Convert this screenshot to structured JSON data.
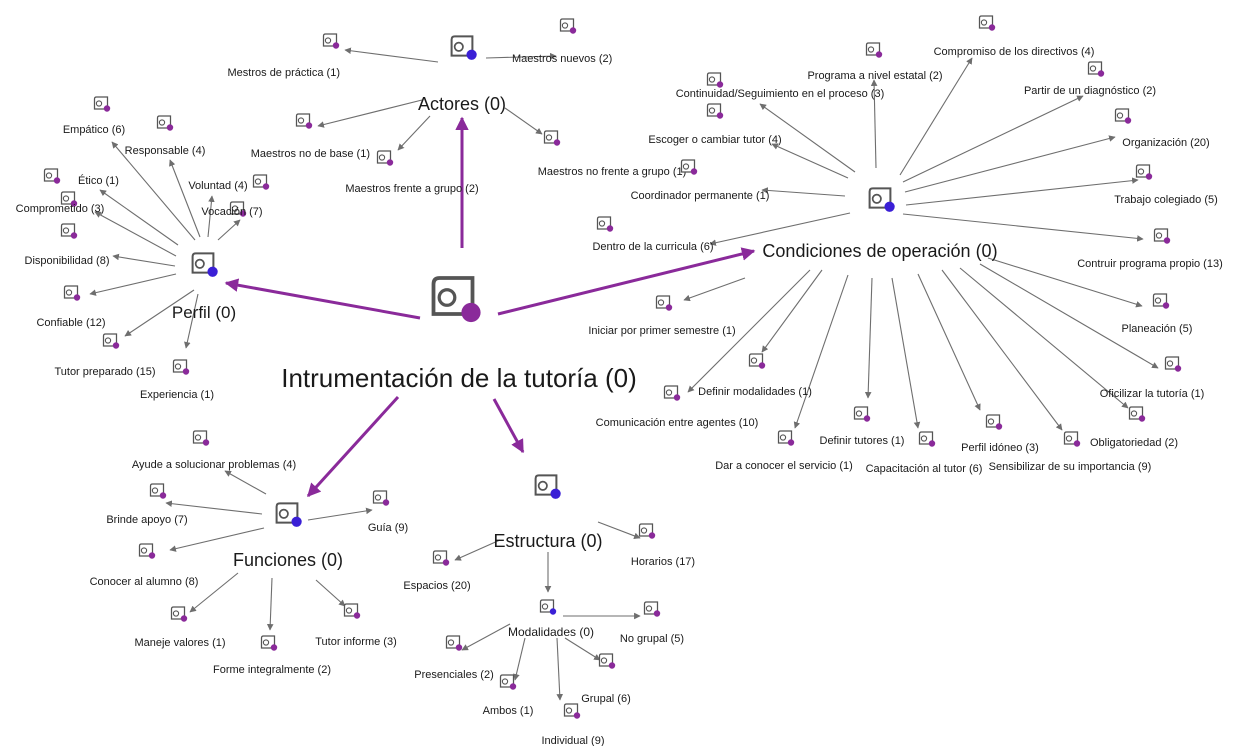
{
  "colors": {
    "arrow_main": "#8a2a9a",
    "arrow_sub": "#6e6e6e",
    "icon_outline": "#555555",
    "dot_code": "#8a2a9a",
    "dot_family": "#3a1fd6"
  },
  "icons": {
    "family": "code-group-icon",
    "code": "code-icon"
  },
  "root": {
    "label": "Intrumentación de la tutoría (0)"
  },
  "families": {
    "actores": {
      "label": "Actores  (0)"
    },
    "condiciones": {
      "label": "Condiciones de operación  (0)"
    },
    "perfil": {
      "label": "Perfil  (0)"
    },
    "funciones": {
      "label": "Funciones  (0)"
    },
    "estructura": {
      "label": "Estructura (0)"
    },
    "modalidades": {
      "label": "Modalidades (0)"
    }
  },
  "codes": {
    "actores": [
      "Mestros de práctica (1)",
      "Maestros nuevos (2)",
      "Maestros no de base (1)",
      "Maestros frente a grupo (2)",
      "Maestros no frente a grupo (1)"
    ],
    "condiciones": [
      "Compromiso de los directivos (4)",
      "Programa a nivel estatal (2)",
      "Continuidad/Seguimiento en el proceso (3)",
      "Partir de un diagnóstico (2)",
      "Escoger o cambiar tutor (4)",
      "Organización (20)",
      "Coordinador permanente (1)",
      "Trabajo colegiado (5)",
      "Dentro de la curricula (6)",
      "Contruir programa propio (13)",
      "Iniciar por primer semestre (1)",
      "Planeación (5)",
      "Definir modalidades (1)",
      "Oficilizar la tutoría (1)",
      "Comunicación entre agentes (10)",
      "Obligatoriedad (2)",
      "Dar a conocer el servicio (1)",
      "Definir tutores (1)",
      "Capacitación al tutor (6)",
      "Perfil idóneo  (3)",
      "Sensibilizar de su importancia (9)"
    ],
    "perfil": [
      "Empático (6)",
      "Responsable (4)",
      "Ético (1)",
      "Voluntad (4)",
      "Comprometido (3)",
      "Vocación (7)",
      "Disponibilidad  (8)",
      "Confiable (12)",
      "Tutor preparado (15)",
      "Experiencia (1)"
    ],
    "funciones": [
      "Ayude a solucionar problemas (4)",
      "Brinde apoyo (7)",
      "Guía (9)",
      "Conocer al alumno (8)",
      "Maneje valores (1)",
      "Forme integralmente (2)",
      "Tutor informe (3)"
    ],
    "estructura": [
      "Espacios (20)",
      "Horarios (17)"
    ],
    "modalidades": [
      "No grupal (5)",
      "Presenciales (2)",
      "Grupal (6)",
      "Ambos  (1)",
      "Individual (9)"
    ]
  }
}
